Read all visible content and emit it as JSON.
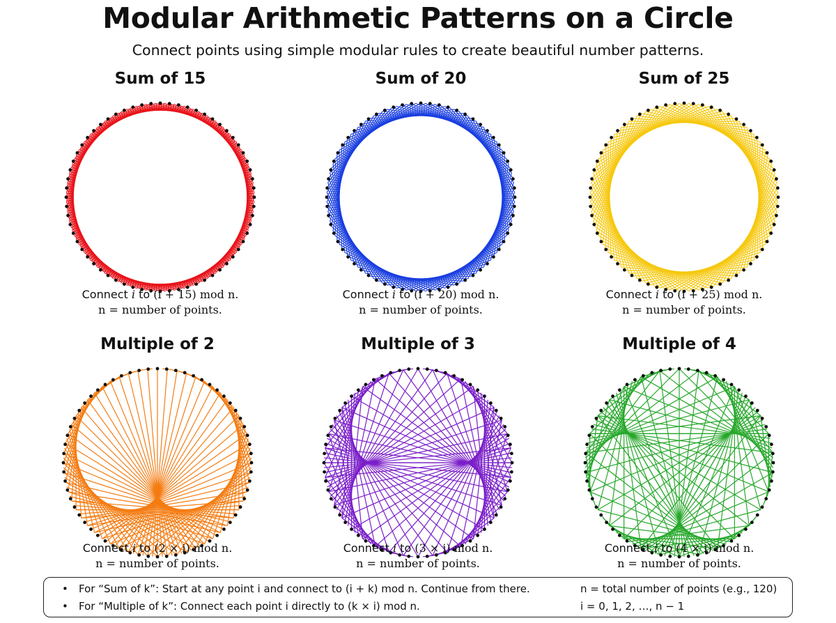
{
  "header": {
    "title": "Modular Arithmetic Patterns on a Circle",
    "subtitle": "Connect points using simple modular rules to create beautiful number patterns."
  },
  "colors": {
    "red": "#e8141b",
    "blue": "#1a3fe0",
    "yellow": "#f6c80f",
    "orange": "#f47c12",
    "purple": "#7b1fc9",
    "green": "#27a82b",
    "dots": "#111111"
  },
  "panels": [
    {
      "title": "Sum of 15",
      "rule": "sum",
      "k": 15,
      "color": "red",
      "caption_prefix": "Connect",
      "caption_var": "i",
      "caption_to": "to",
      "caption_expr": "(i + 15) mod n.",
      "caption_line2": "n = number of points."
    },
    {
      "title": "Sum of 20",
      "rule": "sum",
      "k": 20,
      "color": "blue",
      "caption_prefix": "Connect",
      "caption_var": "i",
      "caption_to": "to",
      "caption_expr": "(i + 20) mod n.",
      "caption_line2": "n = number of points."
    },
    {
      "title": "Sum of 25",
      "rule": "sum",
      "k": 25,
      "color": "yellow",
      "caption_prefix": "Connect",
      "caption_var": "i",
      "caption_to": "to",
      "caption_expr": "(i + 25) mod n.",
      "caption_line2": "n = number of points."
    },
    {
      "title": "Multiple of 2",
      "rule": "multiple",
      "k": 2,
      "color": "orange",
      "caption_prefix": "Connect",
      "caption_var": "i",
      "caption_to": "to",
      "caption_expr": "(2 × i) mod n.",
      "caption_line2": "n = number of points."
    },
    {
      "title": "Multiple of 3",
      "rule": "multiple",
      "k": 3,
      "color": "purple",
      "caption_prefix": "Connect",
      "caption_var": "i",
      "caption_to": "to",
      "caption_expr": "(3 × i) mod n.",
      "caption_line2": "n = number of points."
    },
    {
      "title": "Multiple of 4",
      "rule": "multiple",
      "k": 4,
      "color": "green",
      "caption_prefix": "Connect",
      "caption_var": "i",
      "caption_to": "to",
      "caption_expr": "(4 × i) mod n.",
      "caption_line2": "n = number of points."
    }
  ],
  "legend": {
    "bullet": "•",
    "row1_left": "For “Sum of k”: Start at any point i and connect to (i + k) mod n. Continue from there.",
    "row1_right": "n = total number of points (e.g., 120)",
    "row2_left": "For “Multiple of k”: Connect each point i directly to (k × i) mod n.",
    "row2_right": "i = 0, 1, 2, …, n − 1"
  }
}
